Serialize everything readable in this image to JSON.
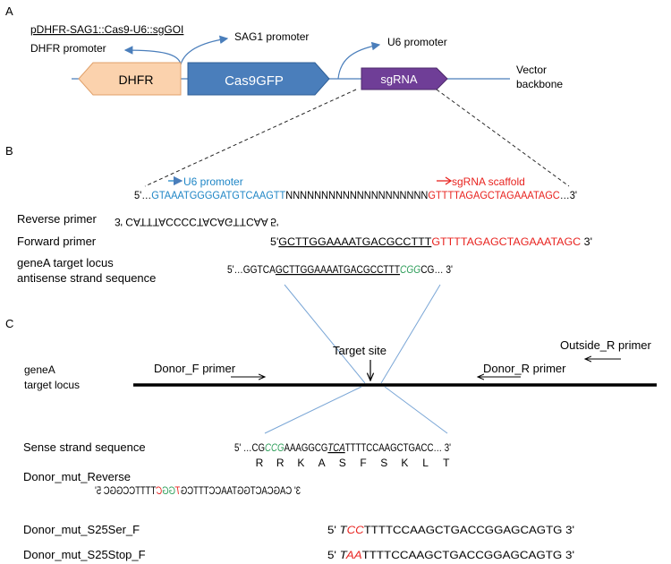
{
  "panel_a": {
    "letter": "A",
    "construct": "pDHFR-SAG1::Cas9-U6::sgGOI",
    "dhfr_promoter": "DHFR promoter",
    "sag1_promoter": "SAG1 promoter",
    "u6_promoter": "U6 promoter",
    "dhfr": "DHFR",
    "cas9gfp": "Cas9GFP",
    "sgrna": "sgRNA",
    "vector_line1": "Vector",
    "vector_line2": "backbone"
  },
  "panel_b": {
    "letter": "B",
    "u6_label": "U6 promoter",
    "scaffold_label": "sgRNA scaffold",
    "seq_prefix": "5'…",
    "seq_blue": "GTAAATGGGGATGTCAAGTT",
    "seq_n": "NNNNNNNNNNNNNNNNNNNN",
    "seq_red": "GTTTTAGAGCTAGAAATAGC",
    "seq_suffix": "…3'",
    "reverse_label": "Reverse primer",
    "reverse_seq": "3' CATTTACCCCTACAGTTCAA 5'",
    "forward_label": "Forward primer",
    "forward_5": "5'",
    "forward_under": "GCTTGGAAAATGACGCCTTT",
    "forward_red": "GTTTTAGAGCTAGAAATAGC",
    "forward_3": "3'",
    "locus_label_1": "geneA  target locus",
    "locus_label_2": "antisense strand sequence",
    "locus_prefix": "5'…GGTCA",
    "locus_under": "GCTTGGAAAATGACGCCTTT",
    "locus_pam": "CGG",
    "locus_suffix": "CG… 3'"
  },
  "panel_c": {
    "letter": "C",
    "target_site": "Target site",
    "outside_r": "Outside_R primer",
    "donor_f": "Donor_F primer",
    "donor_r": "Donor_R primer",
    "locus_1": "geneA",
    "locus_2": "target locus",
    "sense_label": "Sense strand sequence",
    "sense_prefix": "5' …CG",
    "sense_green": "CCG",
    "sense_mid": "AAAGGCG",
    "sense_under": "TCA",
    "sense_suffix": "TTTTCCAAGCTGACC… 3'",
    "aa": [
      "R",
      "R",
      "K",
      "A",
      "S",
      "F",
      "S",
      "K",
      "L",
      "T"
    ],
    "mut_rev_label": "Donor_mut_Reverse",
    "mut_rev_a": "3' CAGCACTGGTAACCTTTCG",
    "mut_rev_red1": "T",
    "mut_rev_green": "GG",
    "mut_rev_red2": "C",
    "mut_rev_b": "TTTTCCGGC 5'",
    "ser_label": "Donor_mut_S25Ser_F",
    "ser_5": "5'",
    "ser_t": "T",
    "ser_red": "CC",
    "ser_rest": "TTTTCCAAGCTGACCGGAGCAGTG",
    "ser_3": "3'",
    "stop_label": "Donor_mut_S25Stop_F",
    "stop_5": "5'",
    "stop_t": "T",
    "stop_red": "AA",
    "stop_rest": "TTTTCCAAGCTGACCGGAGCAGTG",
    "stop_3": "3'"
  },
  "colors": {
    "blue_seq": "#1f86c6",
    "red_seq": "#e8231f",
    "green_pam": "#2e9e5a",
    "dhfr_fill": "#fbd2ad",
    "cas9_fill": "#4a7ebb",
    "sgrna_fill": "#6f3e97",
    "line_blue": "#4a7ebb"
  }
}
